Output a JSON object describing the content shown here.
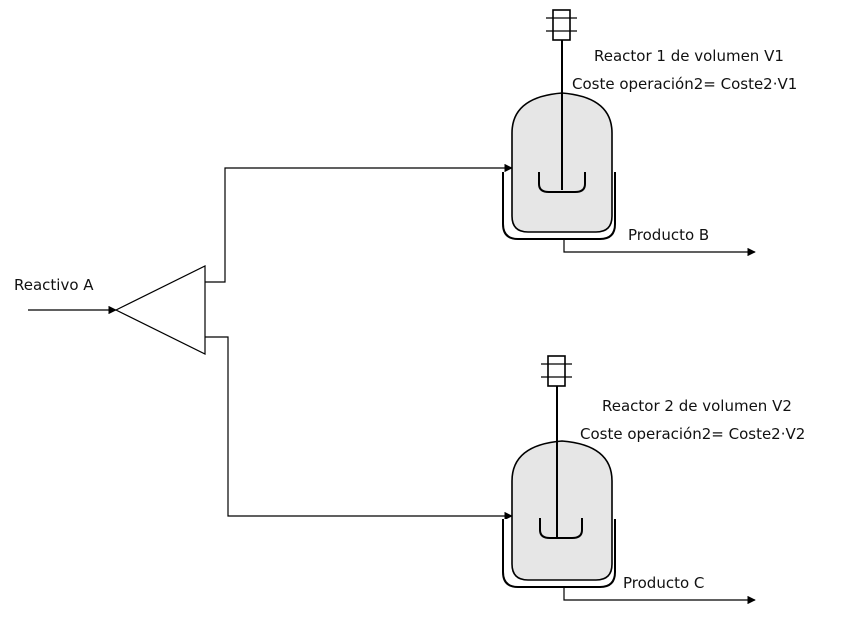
{
  "labels": {
    "reactivo_a": "Reactivo A",
    "reactor1_title": "Reactor 1 de volumen V1",
    "reactor1_cost": "Coste operación2= Coste2·V1",
    "reactor2_title": "Reactor 2 de volumen V2",
    "reactor2_cost": "Coste operación2= Coste2·V2",
    "producto_b": "Producto B",
    "producto_c": "Producto C"
  },
  "colors": {
    "line": "#000000",
    "vessel_fill": "#e6e6e6",
    "background": "#ffffff"
  }
}
